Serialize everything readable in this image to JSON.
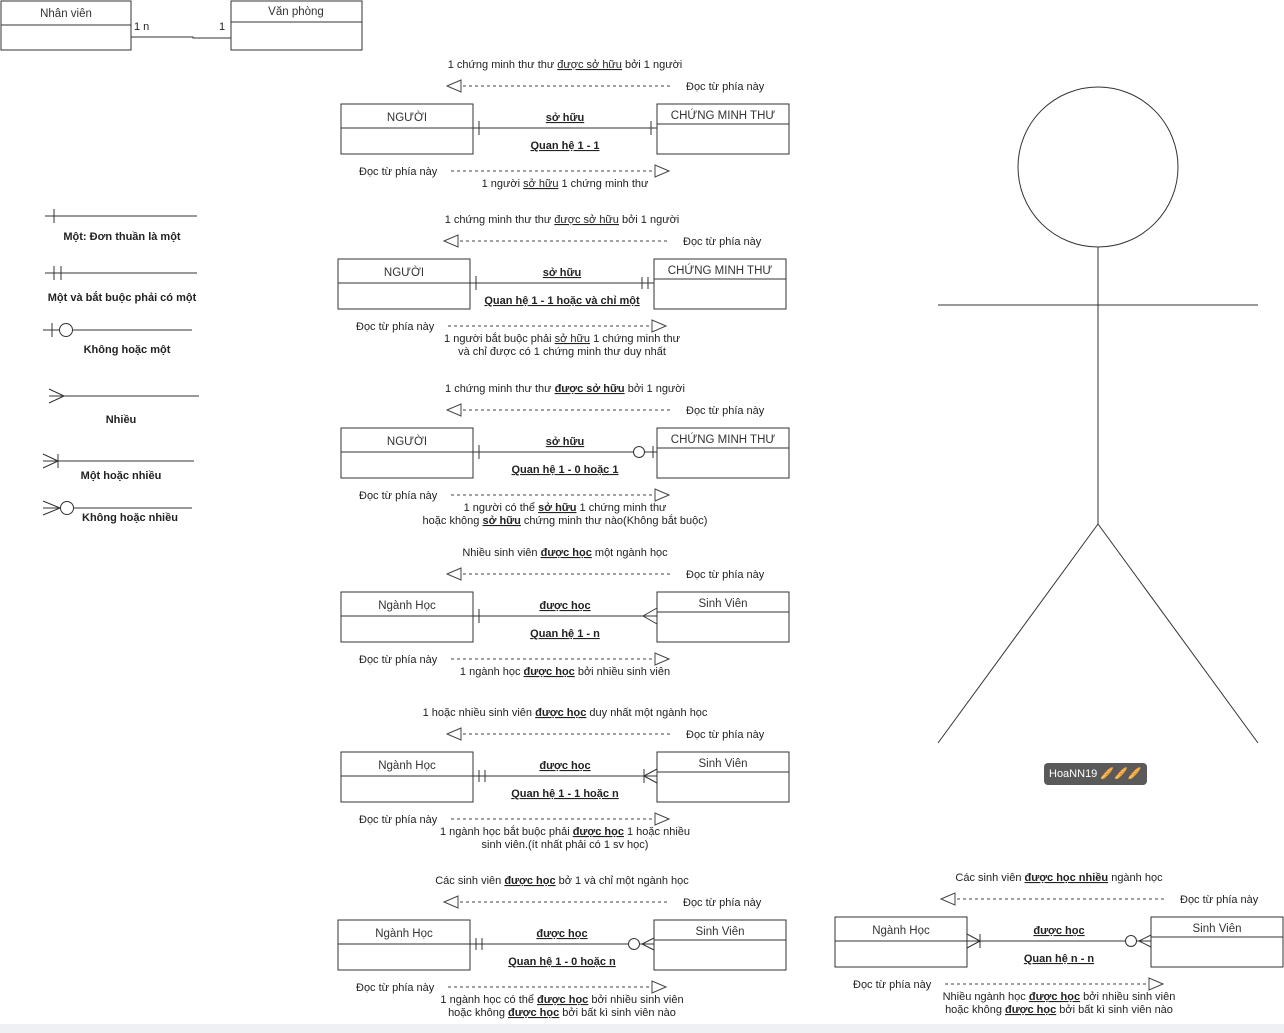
{
  "top": {
    "left_entity": "Nhân viên",
    "right_entity": "Văn phòng",
    "left_card": "1 n",
    "right_card": "1"
  },
  "legend": [
    {
      "label": "Một: Đơn thuần là một"
    },
    {
      "label": "Một và bắt buộc phải có một"
    },
    {
      "label": "Không hoặc một"
    },
    {
      "label": "Nhiều"
    },
    {
      "label": "Một hoặc nhiều"
    },
    {
      "label": "Không hoặc nhiều"
    }
  ],
  "read_label": "Đọc từ phía này",
  "relations": [
    {
      "left": "NGƯỜI",
      "right": "CHỨNG MINH THƯ",
      "verb": "sở hữu",
      "type": "Quan hệ 1 -  1",
      "top_pre": "1 chứng minh thư thư ",
      "top_u": "được sở hữu",
      "top_post": " bởi 1 người",
      "bottom": [
        [
          "1 người ",
          "sở hữu",
          " 1 chứng minh thư"
        ]
      ]
    },
    {
      "left": "NGƯỜI",
      "right": "CHỨNG MINH THƯ",
      "verb": "sở hữu",
      "type": "Quan hệ 1 -  1 hoặc và chỉ một",
      "top_pre": "1 chứng minh thư thư ",
      "top_u": "được sở hữu",
      "top_post": " bởi 1 người",
      "bottom": [
        [
          "1 người bắt buộc phải ",
          "sở hữu",
          " 1 chứng minh thư"
        ],
        [
          "và chỉ được có 1 chứng minh thư duy nhất",
          "",
          ""
        ]
      ]
    },
    {
      "left": "NGƯỜI",
      "right": "CHỨNG MINH THƯ",
      "verb": "sở hữu",
      "type": "Quan hệ 1 - 0  hoặc 1",
      "top_pre": "1 chứng minh thư thư ",
      "top_u": "được sở hữu",
      "top_post": " bởi 1 người",
      "bottom": [
        [
          "1 người có thể ",
          "sở hữu",
          " 1 chứng minh thư"
        ],
        [
          "hoặc không ",
          "sở hữu",
          " chứng minh thư nào(Không bắt buộc)"
        ]
      ]
    },
    {
      "left": "Ngành Học",
      "right": "Sinh Viên",
      "verb": "được học",
      "type": "Quan hệ 1 - n",
      "top_pre": "Nhiều sinh viên ",
      "top_u": "được học",
      "top_post": " một ngành học",
      "bottom": [
        [
          "1 ngành học ",
          "được học",
          " bởi nhiều sinh viên"
        ]
      ]
    },
    {
      "left": "Ngành Học",
      "right": "Sinh Viên",
      "verb": "được học",
      "type": "Quan hệ 1 - 1  hoặc n",
      "top_pre": "1 hoặc nhiều sinh viên ",
      "top_u": "được học",
      "top_post": " duy nhất một ngành học",
      "bottom": [
        [
          "1 ngành học bắt buộc phải ",
          "được học",
          " 1 hoặc nhiều"
        ],
        [
          "sinh viên.(ít nhất phải có 1 sv học)",
          "",
          ""
        ]
      ]
    },
    {
      "left": "Ngành Học",
      "right": "Sinh Viên",
      "verb": "được học",
      "type": "Quan hệ 1 - 0  hoặc n",
      "top_pre": "Các sinh viên ",
      "top_u": "được học",
      "top_post": " bở 1 và chỉ một ngành học",
      "bottom": [
        [
          "1 ngành học có thể ",
          "được học",
          " bởi nhiều sinh viên"
        ],
        [
          "hoặc không ",
          "được học",
          " bởi bất kì sinh viên nào"
        ]
      ]
    },
    {
      "left": "Ngành Học",
      "right": "Sinh Viên",
      "verb": "được học",
      "type": "Quan hệ n - n",
      "top_pre": "Các sinh viên ",
      "top_u": "được học nhiều",
      "top_post": " ngành học",
      "bottom": [
        [
          "Nhiều ngành học ",
          "được học",
          " bởi nhiều sinh viên"
        ],
        [
          "hoặc không ",
          "được học",
          " bởi bất kì sinh viên nào"
        ]
      ]
    }
  ],
  "badge": {
    "text": "HoaNN19"
  }
}
